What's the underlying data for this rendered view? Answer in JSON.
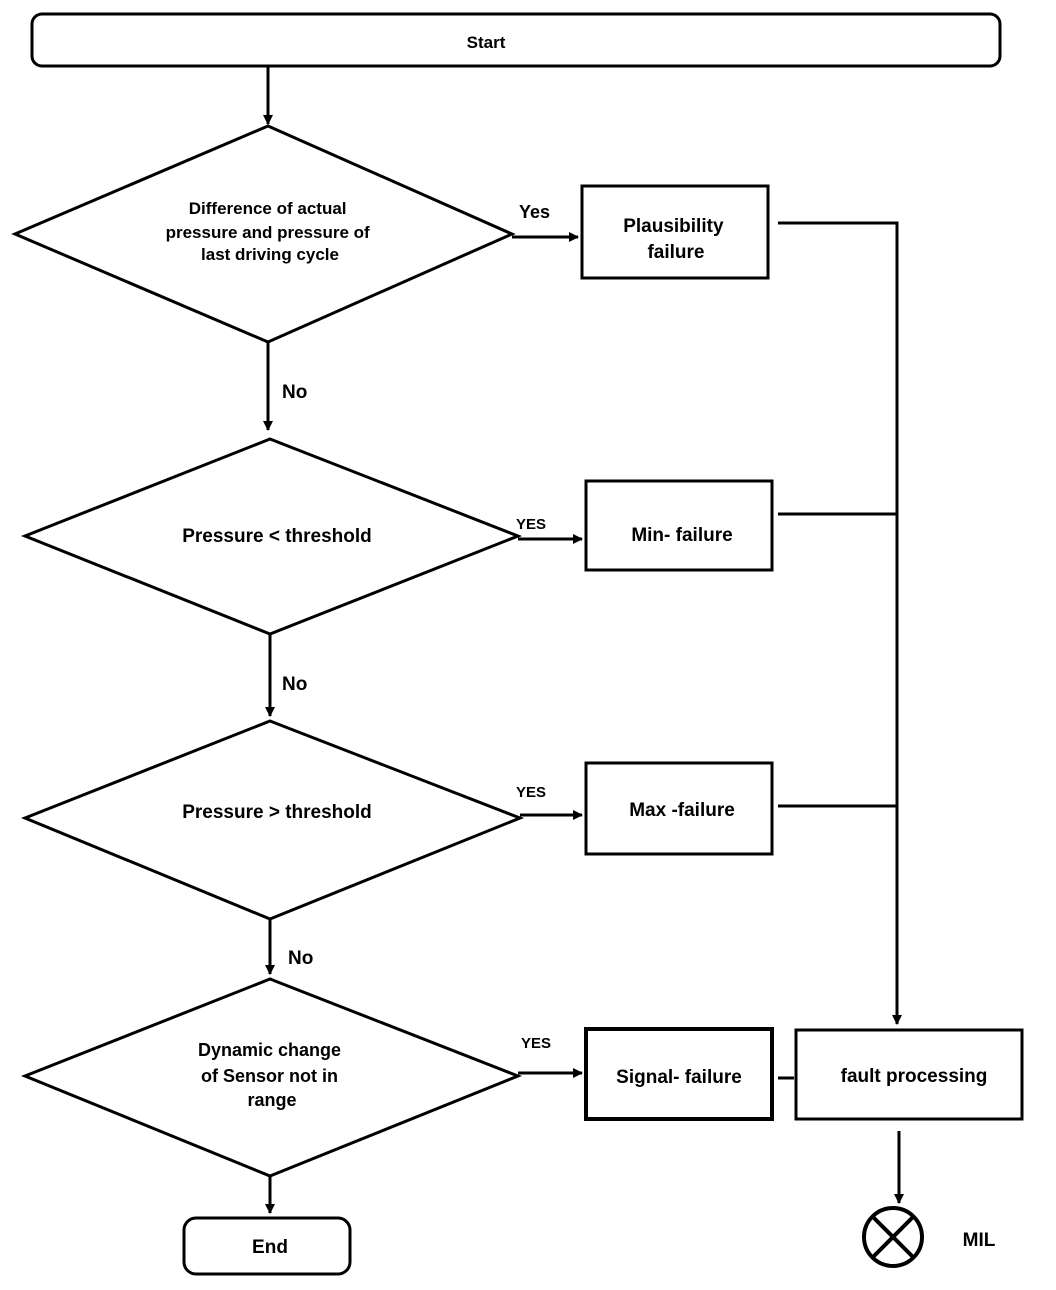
{
  "nodes": {
    "start": "Start",
    "decision_difference": [
      "Difference of  actual",
      "pressure and pressure of",
      "last driving cycle"
    ],
    "decision_min": "Pressure < threshold",
    "decision_max": "Pressure > threshold",
    "decision_dynamic": [
      "Dynamic change",
      "of Sensor not in",
      "range"
    ],
    "plausibility_failure": [
      "Plausibility",
      "failure"
    ],
    "min_failure": "Min- failure",
    "max_failure": "Max -failure",
    "signal_failure": "Signal- failure",
    "fault_processing": "fault processing",
    "end": "End",
    "mil_lamp": "MIL"
  },
  "edge_labels": {
    "yes_difference": "Yes",
    "yes_min": "YES",
    "yes_max": "YES",
    "yes_dynamic": "YES",
    "no_difference": "No",
    "no_min": "No",
    "no_max": "No"
  }
}
